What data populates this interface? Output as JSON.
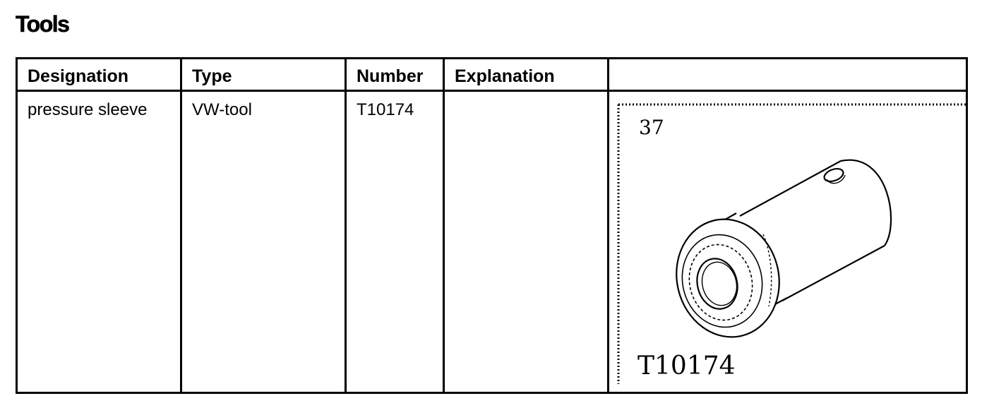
{
  "heading": "Tools",
  "table": {
    "headers": [
      "Designation",
      "Type",
      "Number",
      "Explanation",
      ""
    ],
    "rows": [
      {
        "designation": "pressure sleeve",
        "type": "VW-tool",
        "number": "T10174",
        "explanation": "",
        "figure": {
          "label_top": "37",
          "label_bottom": "T10174",
          "icon": "pressure-sleeve-drawing"
        }
      }
    ]
  }
}
